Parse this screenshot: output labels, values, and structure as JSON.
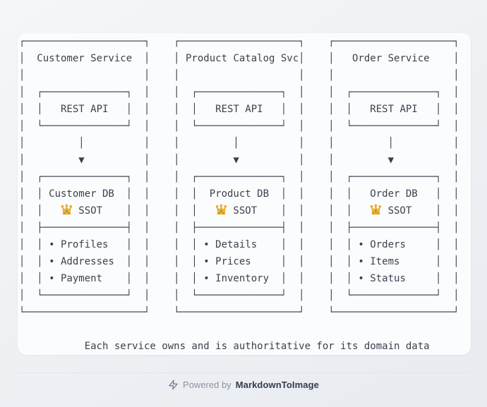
{
  "diagram": {
    "rows": [
      "┌────────────────────┐    ┌────────────────────┐    ┌────────────────────┐",
      "│  Customer Service  │    │ Product Catalog Svc│    │   Order Service    │",
      "│                    │    │                    │    │                    │",
      "│  ┌──────────────┐  │    │  ┌──────────────┐  │    │  ┌──────────────┐  │",
      "│  │   REST API   │  │    │  │   REST API   │  │    │  │   REST API   │  │",
      "│  └──────────────┘  │    │  └──────────────┘  │    │  └──────────────┘  │",
      "│         │          │    │         │          │    │         │          │",
      "│         ▼          │    │         ▼          │    │         ▼          │",
      "│  ┌──────────────┐  │    │  ┌──────────────┐  │    │  ┌──────────────┐  │",
      "│  │ Customer DB  │  │    │  │  Product DB  │  │    │  │   Order DB   │  │",
      {
        "start": "│  │   ",
        "mid": " SSOT    │  │    │  │   ",
        "end": " SSOT    │  │"
      },
      "│  ├──────────────┤  │    │  ├──────────────┤  │    │  ├──────────────┤  │",
      "│  │ • Profiles   │  │    │  │ • Details    │  │    │  │ • Orders     │  │",
      "│  │ • Addresses  │  │    │  │ • Prices     │  │    │  │ • Items      │  │",
      "│  │ • Payment    │  │    │  │ • Inventory  │  │    │  │ • Status     │  │",
      "│  └──────────────┘  │    │  └──────────────┘  │    │  └──────────────┘  │",
      "└────────────────────┘    └────────────────────┘    └────────────────────┘"
    ],
    "caption": "Each service owns and is authoritative for its domain data",
    "services": [
      {
        "name": "Customer Service",
        "api": "REST API",
        "database": "Customer DB",
        "ssot_label": "SSOT",
        "items": [
          "Profiles",
          "Addresses",
          "Payment"
        ]
      },
      {
        "name": "Product Catalog Svc",
        "api": "REST API",
        "database": "Product DB",
        "ssot_label": "SSOT",
        "items": [
          "Details",
          "Prices",
          "Inventory"
        ]
      },
      {
        "name": "Order Service",
        "api": "REST API",
        "database": "Order DB",
        "ssot_label": "SSOT",
        "items": [
          "Orders",
          "Items",
          "Status"
        ]
      }
    ]
  },
  "icons": {
    "crown": "👑",
    "footer_bolt": "zap"
  },
  "colors": {
    "page_bg_start": "#f5f6f9",
    "page_bg_end": "#e8ebf0",
    "card_bg": "#fbfcfd",
    "art_text": "#3a4250",
    "divider": "#e2e6ec",
    "powered_text": "#8a93a3",
    "brand_text": "#333c4e",
    "crown_gold": "#fdb827",
    "crown_gem": "#18a79e"
  },
  "footer": {
    "powered_by": "Powered by",
    "brand": "MarkdownToImage"
  }
}
